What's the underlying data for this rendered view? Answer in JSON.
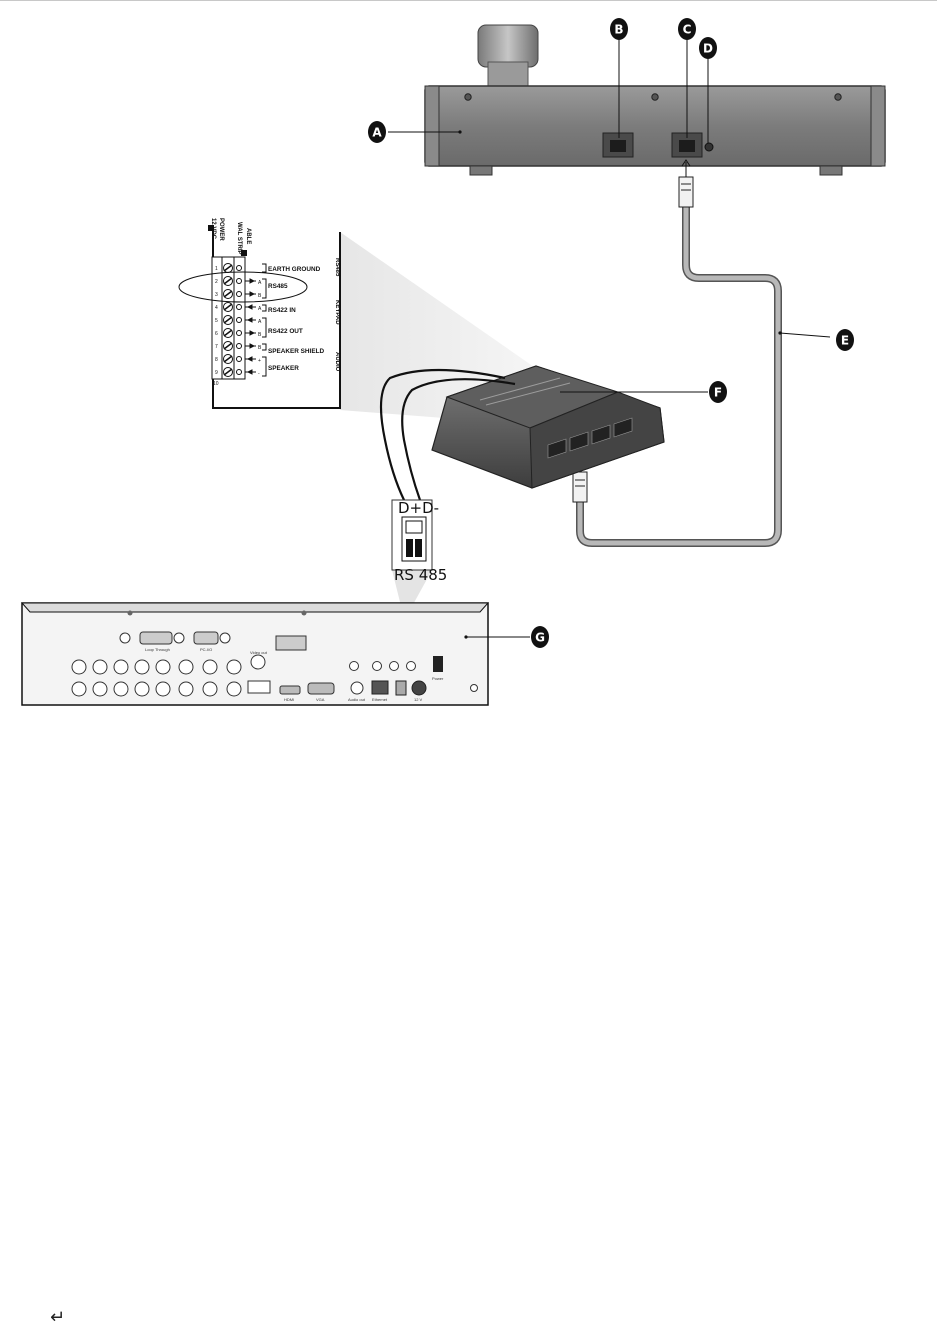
{
  "callouts": {
    "a": "A",
    "b": "B",
    "c": "C",
    "d": "D",
    "e": "E",
    "f": "F",
    "g": "G"
  },
  "terminal_block": {
    "header_labels": [
      "ABLE",
      "WAL STRIP",
      "POWER",
      "12 VDC"
    ],
    "side_labels": [
      "RS485",
      "KEYPAD",
      "AUDIO"
    ],
    "pin_numbers": [
      "1",
      "2",
      "3",
      "4",
      "5",
      "6",
      "7",
      "8",
      "9",
      "10"
    ],
    "pin_letters": [
      "A",
      "B",
      "A",
      "B",
      "A",
      "B",
      "+",
      "-"
    ],
    "signals": [
      "EARTH GROUND",
      "RS485",
      "RS422 IN",
      "RS422 OUT",
      "SPEAKER SHIELD",
      "SPEAKER"
    ]
  },
  "rs485_connector": {
    "pins_label": "D+D-",
    "name": "RS 485"
  },
  "dvr_panel_labels": [
    "Loop Through",
    "PC-I/O",
    "Video out",
    "HDMI",
    "VGA",
    "Audio out",
    "Ethernet",
    "12 V",
    "Power"
  ],
  "footer": {
    "return_symbol": "↵"
  }
}
